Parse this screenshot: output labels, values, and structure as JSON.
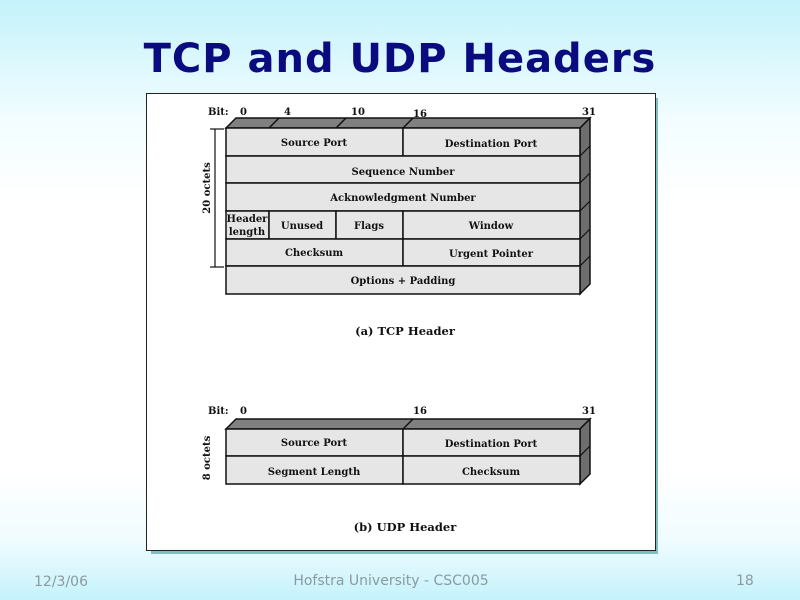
{
  "slide": {
    "title": "TCP and UDP Headers",
    "footer_date": "12/3/06",
    "footer_center": "Hofstra University - CSC005",
    "page_number": "18"
  },
  "tcp": {
    "bit_label": "Bit:",
    "bits": [
      "0",
      "4",
      "10",
      "16",
      "31"
    ],
    "octets_label": "20 octets",
    "fields": {
      "source_port": "Source Port",
      "destination_port": "Destination Port",
      "sequence_number": "Sequence Number",
      "ack_number": "Acknowledgment Number",
      "header_length_1": "Header",
      "header_length_2": "length",
      "unused": "Unused",
      "flags": "Flags",
      "window": "Window",
      "checksum": "Checksum",
      "urgent_pointer": "Urgent Pointer",
      "options": "Options + Padding"
    },
    "caption": "(a) TCP Header"
  },
  "udp": {
    "bit_label": "Bit:",
    "bits": [
      "0",
      "16",
      "31"
    ],
    "octets_label": "8 octets",
    "fields": {
      "source_port": "Source Port",
      "destination_port": "Destination Port",
      "segment_length": "Segment Length",
      "checksum": "Checksum"
    },
    "caption": "(b) UDP Header"
  },
  "colors": {
    "title": "#0b0b80",
    "cell": "#e6e6e6",
    "top_face": "#808080",
    "side_face": "#6e6e6e"
  }
}
